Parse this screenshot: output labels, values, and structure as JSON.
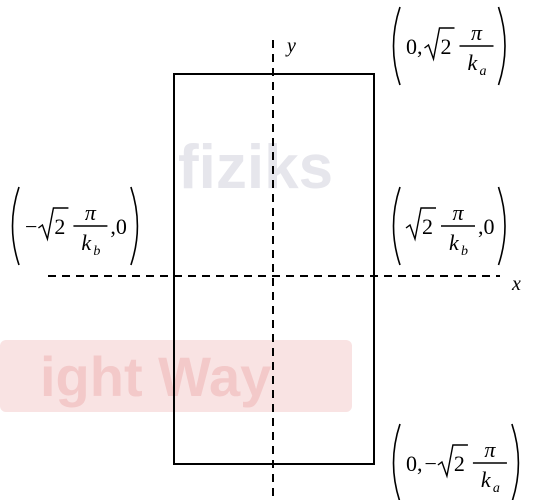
{
  "watermark": {
    "top_text": "fiziks",
    "bottom_text": "ight Way",
    "top_color": "#e6e6ec",
    "bottom_color": "#f3c9c9",
    "bottom_bg": "#f9e3e3"
  },
  "axes": {
    "x_label": "x",
    "y_label": "y"
  },
  "points": {
    "top": {
      "lead": "0,",
      "sign": "",
      "coef": "2",
      "num": "π",
      "den_base": "k",
      "den_sub": "a",
      "trail": ""
    },
    "left": {
      "lead": "",
      "sign": "−",
      "coef": "2",
      "num": "π",
      "den_base": "k",
      "den_sub": "b",
      "trail": ",0"
    },
    "right": {
      "lead": "",
      "sign": "",
      "coef": "2",
      "num": "π",
      "den_base": "k",
      "den_sub": "b",
      "trail": ",0"
    },
    "bottom": {
      "lead": "0,",
      "sign": "−",
      "coef": "2",
      "num": "π",
      "den_base": "k",
      "den_sub": "a",
      "trail": ""
    }
  }
}
